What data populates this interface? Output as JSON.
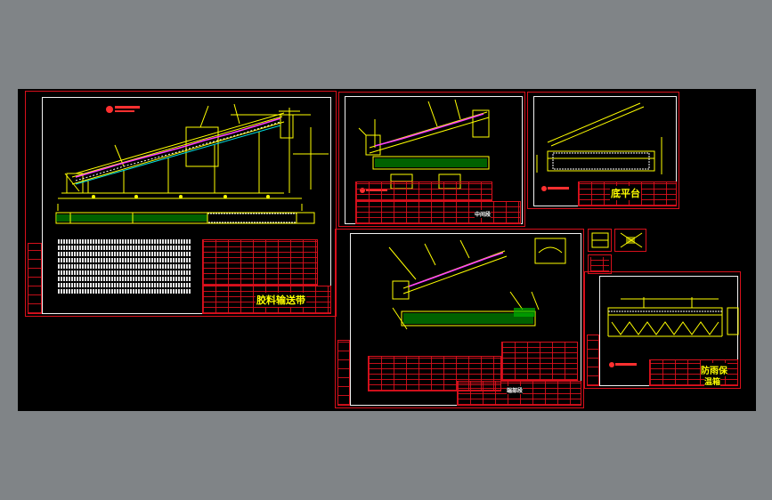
{
  "viewport": {
    "background": "#000000",
    "frame_color": "#d8101c",
    "line_color": "#ffff00"
  },
  "sheets": {
    "main": {
      "title_block": "胶料输送带"
    },
    "mid_top": {
      "title_block": "中间段"
    },
    "right_top": {
      "title_block": "底平台"
    },
    "mid_bottom": {
      "title_block": "端部段"
    },
    "right_bottom": {
      "title_block_line1": "防雨保",
      "title_block_line2": "温箱"
    }
  }
}
